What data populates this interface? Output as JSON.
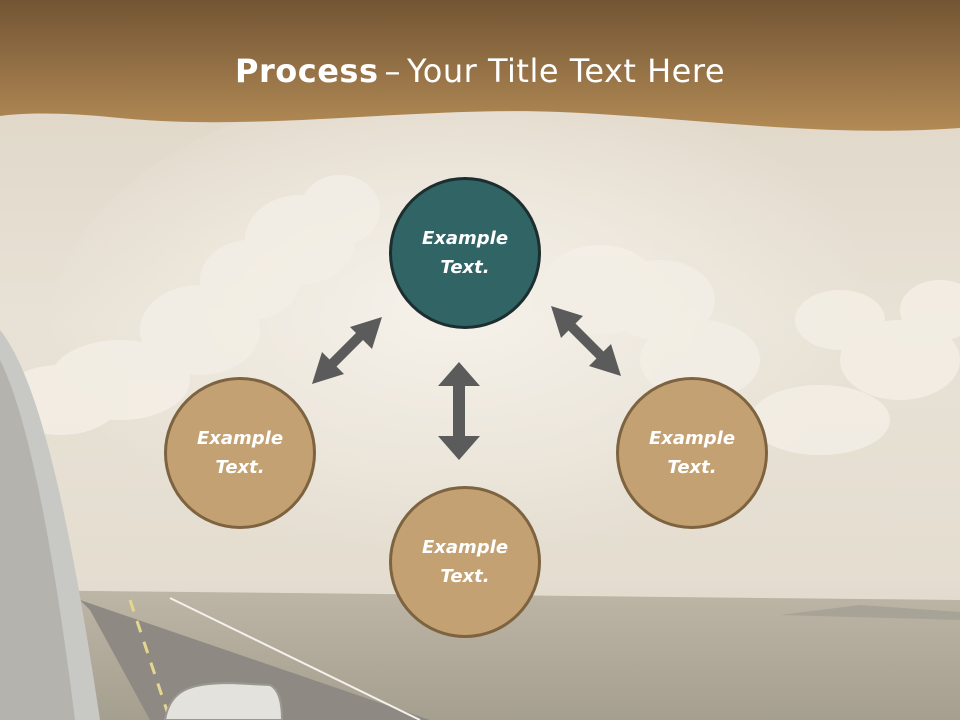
{
  "title": {
    "bold": "Process",
    "separator": "–",
    "rest": "Your Title Text Here"
  },
  "nodes": {
    "center": {
      "line1": "Example",
      "line2": "Text."
    },
    "left": {
      "line1": "Example",
      "line2": "Text."
    },
    "right": {
      "line1": "Example",
      "line2": "Text."
    },
    "bottom": {
      "line1": "Example",
      "line2": "Text."
    }
  },
  "colors": {
    "header_band": "#a9814c",
    "center_node": "#316465",
    "outer_node": "#c4a172",
    "arrow": "#5b5b5b"
  }
}
